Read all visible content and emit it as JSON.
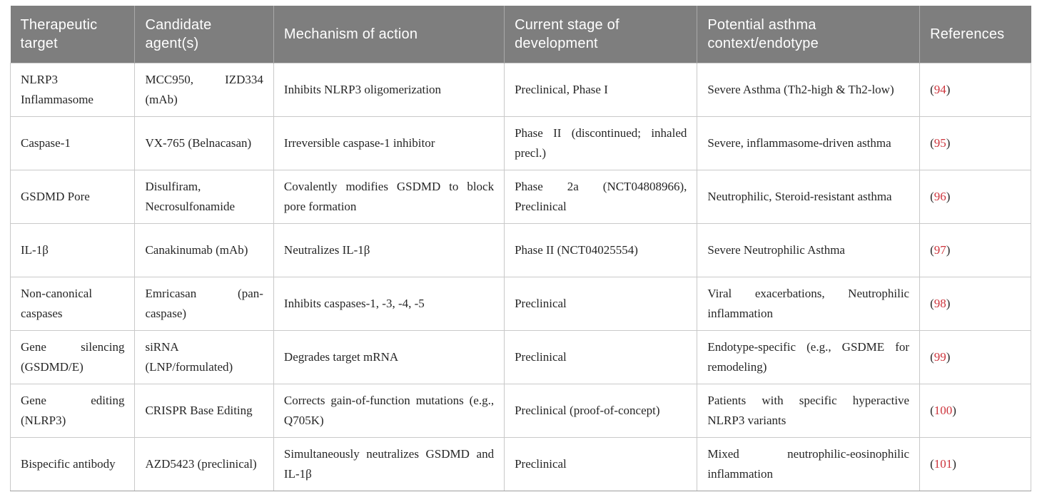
{
  "table": {
    "columns": [
      {
        "label": "Therapeutic target"
      },
      {
        "label": "Candidate agent(s)"
      },
      {
        "label": "Mechanism of action"
      },
      {
        "label": "Current stage of development"
      },
      {
        "label": "Potential asthma context/endotype"
      },
      {
        "label": "References"
      }
    ],
    "reference_format": {
      "open": "(",
      "close": ")"
    },
    "rows": [
      {
        "target": "NLRP3 Inflammasome",
        "agents": "MCC950, IZD334 (mAb)",
        "mechanism": "Inhibits NLRP3 oligomerization",
        "stage": "Preclinical, Phase I",
        "context": "Severe Asthma (Th2-high & Th2-low)",
        "reference": "94"
      },
      {
        "target": "Caspase-1",
        "agents": "VX-765 (Belnacasan)",
        "mechanism": "Irreversible caspase-1 inhibitor",
        "stage": "Phase II (discontinued; inhaled precl.)",
        "context": "Severe, inflammasome-driven asthma",
        "reference": "95"
      },
      {
        "target": "GSDMD Pore",
        "agents": "Disulfiram, Necrosulfonamide",
        "mechanism": "Covalently modifies GSDMD to block pore formation",
        "stage": "Phase 2a (NCT04808966), Preclinical",
        "context": "Neutrophilic, Steroid-resistant asthma",
        "reference": "96"
      },
      {
        "target": "IL-1β",
        "agents": "Canakinumab (mAb)",
        "mechanism": "Neutralizes IL-1β",
        "stage": "Phase II (NCT04025554)",
        "context": "Severe Neutrophilic Asthma",
        "reference": "97"
      },
      {
        "target": "Non-canonical caspases",
        "agents": "Emricasan (pan-caspase)",
        "mechanism": "Inhibits caspases-1, -3, -4, -5",
        "stage": "Preclinical",
        "context": "Viral exacerbations, Neutrophilic inflammation",
        "reference": "98"
      },
      {
        "target": "Gene silencing (GSDMD/E)",
        "agents": "siRNA (LNP/formulated)",
        "mechanism": "Degrades target mRNA",
        "stage": "Preclinical",
        "context": "Endotype-specific (e.g., GSDME for remodeling)",
        "reference": "99"
      },
      {
        "target": "Gene editing (NLRP3)",
        "agents": "CRISPR Base Editing",
        "mechanism": "Corrects gain-of-function mutations (e.g., Q705K)",
        "stage": "Preclinical (proof-of-concept)",
        "context": "Patients with specific hyperactive NLRP3 variants",
        "reference": "100"
      },
      {
        "target": "Bispecific antibody",
        "agents": "AZD5423 (preclinical)",
        "mechanism": "Simultaneously neutralizes GSDMD and IL-1β",
        "stage": "Preclinical",
        "context": "Mixed neutrophilic-eosinophilic inflammation",
        "reference": "101"
      }
    ],
    "colors": {
      "header_bg": "#7e7e7e",
      "header_text": "#ffffff",
      "header_divider": "#a9a9a9",
      "body_border": "#c9c9c9",
      "body_text": "#262626",
      "reference_red": "#cd343c"
    }
  }
}
